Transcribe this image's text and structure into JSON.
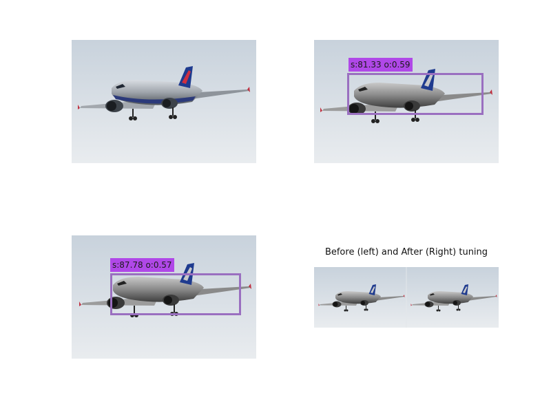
{
  "figure": {
    "panels": [
      {
        "name": "original",
        "detection": null
      },
      {
        "name": "before-tuning-detection",
        "detection": {
          "label": "s:81.33 o:0.59",
          "color": "#b048e8",
          "box_color": "#9a6fc0"
        }
      },
      {
        "name": "after-tuning-detection",
        "detection": {
          "label": "s:87.78 o:0.57",
          "color": "#b048e8",
          "box_color": "#9a6fc0"
        }
      },
      {
        "name": "comparison",
        "title": "Before (left) and After (Right) tuning"
      }
    ]
  },
  "labels": {
    "before": "s:81.33 o:0.59",
    "after": "s:87.78 o:0.57",
    "comparison_title": "Before (left) and After (Right) tuning"
  },
  "colors": {
    "sky_top": "#c9d3dc",
    "sky_bottom": "#e8ecef",
    "label_bg": "#b048e8",
    "box": "#9a6fc0"
  }
}
